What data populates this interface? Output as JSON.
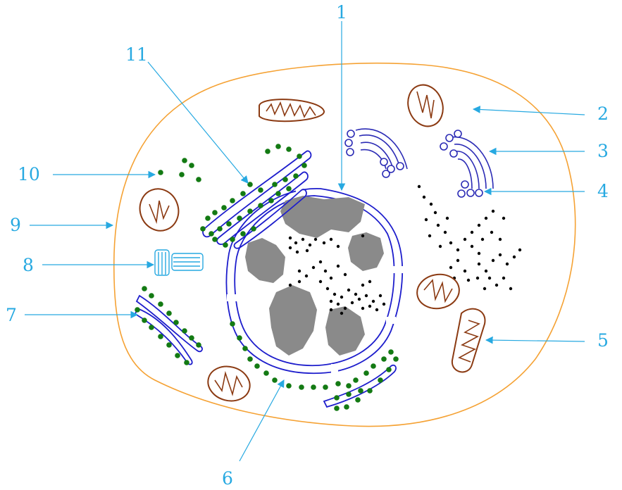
{
  "labels": {
    "n1": "1",
    "n2": "2",
    "n3": "3",
    "n4": "4",
    "n5": "5",
    "n6": "6",
    "n7": "7",
    "n8": "8",
    "n9": "9",
    "n10": "10",
    "n11": "11"
  },
  "colors": {
    "label": "#27a9e1",
    "cell_membrane": "#f5a234",
    "mitochondria": "#8b3a12",
    "nuclear_envelope_er": "#1d1dcc",
    "ribosomes": "#137a13",
    "chromatin": "#8a8a8a",
    "granules": "#000000"
  }
}
